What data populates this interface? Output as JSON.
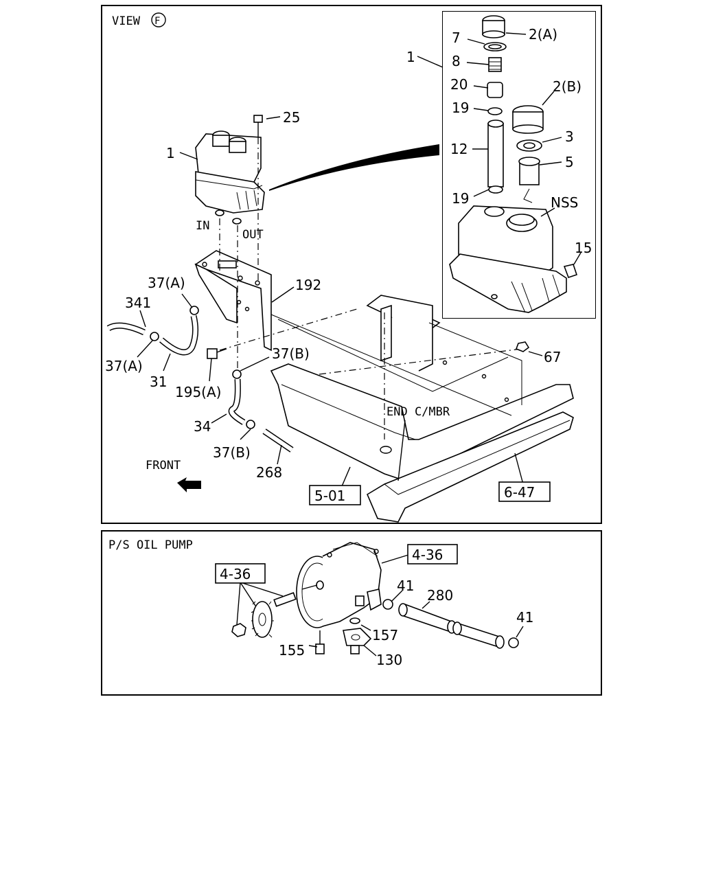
{
  "top_panel": {
    "title": "VIEW",
    "view_letter": "F",
    "labels": {
      "tank_top": "1",
      "tank_detail": "1",
      "bolt_25": "25",
      "cap_2a": "2(A)",
      "p7": "7",
      "p8": "8",
      "p20": "20",
      "p19a": "19",
      "p12": "12",
      "p19b": "19",
      "cap_2b": "2(B)",
      "p3": "3",
      "p5": "5",
      "nss": "NSS",
      "p15": "15",
      "in": "IN",
      "out": "OUT",
      "p192": "192",
      "p37a_top": "37(A)",
      "p341": "341",
      "p37a_left": "37(A)",
      "p31": "31",
      "p195a": "195(A)",
      "p37b_top": "37(B)",
      "p34": "34",
      "p37b_bottom": "37(B)",
      "p268": "268",
      "p67": "67",
      "end_mbr": "END C/MBR",
      "front": "FRONT",
      "ref_501": "5-01",
      "ref_647": "6-47"
    }
  },
  "bottom_panel": {
    "title": "P/S OIL PUMP",
    "labels": {
      "ref_436_right": "4-36",
      "ref_436_left": "4-36",
      "p41a": "41",
      "p280": "280",
      "p41b": "41",
      "p157": "157",
      "p155": "155",
      "p130": "130"
    }
  }
}
